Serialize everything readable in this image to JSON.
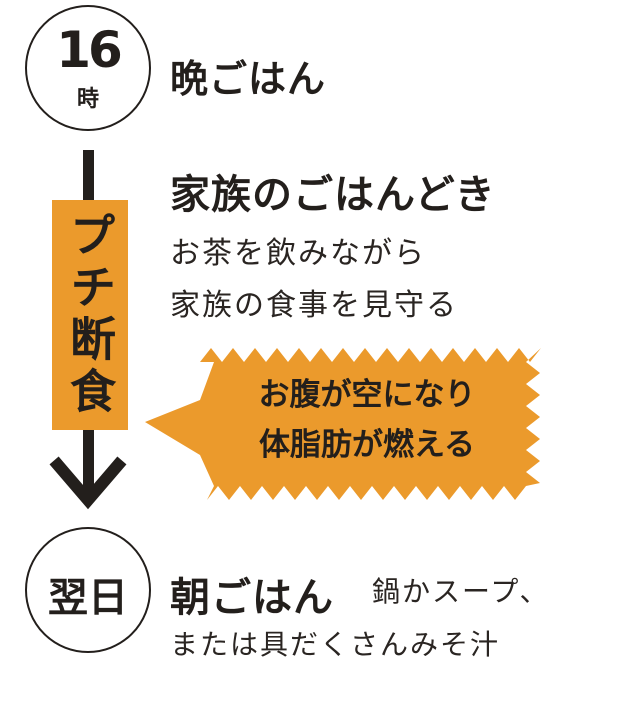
{
  "colors": {
    "accent": "#eb9a2c",
    "ink": "#231f1c"
  },
  "start": {
    "hour": "16",
    "hour_unit": "時",
    "title": "晩ごはん"
  },
  "family": {
    "title": "家族のごはんどき",
    "lines": [
      "お茶を飲みながら",
      "家族の食事を見守る"
    ]
  },
  "fasting": {
    "label_chars": [
      "プ",
      "チ",
      "断",
      "食"
    ],
    "label": "プチ断食"
  },
  "burst": {
    "lines": [
      "お腹が空になり",
      "体脂肪が燃える"
    ]
  },
  "end": {
    "day": "翌日",
    "title": "朝ごはん",
    "note_line1": "鍋かスープ、",
    "note_line2": "または具だくさんみそ汁"
  }
}
